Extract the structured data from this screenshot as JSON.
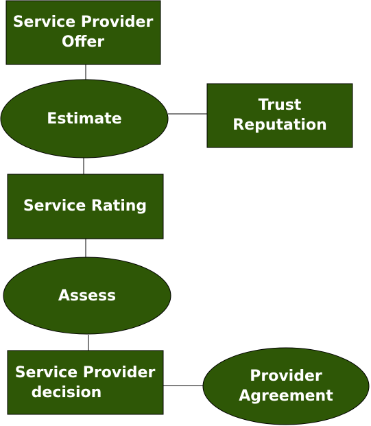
{
  "colors": {
    "node_fill": "#2e5706",
    "node_stroke": "#000000",
    "text": "#ffffff",
    "connector": "#000000",
    "background": "#ffffff"
  },
  "nodes": {
    "service_provider_offer": {
      "shape": "rectangle",
      "lines": [
        "Service Provider",
        "Offer"
      ]
    },
    "estimate": {
      "shape": "ellipse",
      "lines": [
        "Estimate"
      ]
    },
    "trust_reputation": {
      "shape": "rectangle",
      "lines": [
        "Trust",
        "Reputation"
      ]
    },
    "service_rating": {
      "shape": "rectangle",
      "lines": [
        "Service Rating"
      ]
    },
    "assess": {
      "shape": "ellipse",
      "lines": [
        "Assess"
      ]
    },
    "service_provider_decision": {
      "shape": "rectangle",
      "lines": [
        "Service Provider",
        "decision"
      ]
    },
    "provider_agreement": {
      "shape": "ellipse",
      "lines": [
        "Provider",
        "Agreement"
      ]
    }
  },
  "edges": [
    {
      "from": "service_provider_offer",
      "to": "estimate"
    },
    {
      "from": "estimate",
      "to": "trust_reputation"
    },
    {
      "from": "estimate",
      "to": "service_rating"
    },
    {
      "from": "service_rating",
      "to": "assess"
    },
    {
      "from": "assess",
      "to": "service_provider_decision"
    },
    {
      "from": "service_provider_decision",
      "to": "provider_agreement"
    }
  ]
}
